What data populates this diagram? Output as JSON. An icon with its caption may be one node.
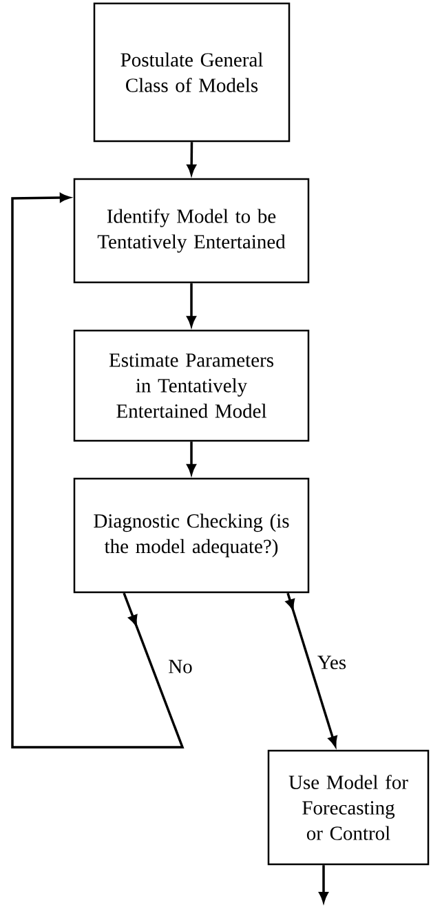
{
  "diagram": {
    "nodes": [
      {
        "text": [
          "Postulate General Class of Models"
        ]
      },
      {
        "text": [
          "Identify Model to be Tentatively Entertained"
        ]
      },
      {
        "text": [
          "Estimate Parameters in Tentatively Entertained Model"
        ]
      },
      {
        "text": [
          "Diagnostic Checking (is the model adequate?)"
        ]
      },
      {
        "text": [
          "Use Model for Forecasting or Control"
        ]
      }
    ],
    "edges": [
      {
        "from": 0,
        "to": 1,
        "arrow": "to"
      },
      {
        "from": 1,
        "to": 2,
        "arrow": "to"
      },
      {
        "from": 2,
        "to": 3,
        "arrow": "to"
      },
      {
        "from": 3,
        "to": 1,
        "arrow": "to",
        "label": "No"
      },
      {
        "from": 3,
        "to": 4,
        "arrow": "to",
        "label": "Yes"
      },
      {
        "from": 4,
        "to": null,
        "arrow": "to"
      }
    ]
  }
}
